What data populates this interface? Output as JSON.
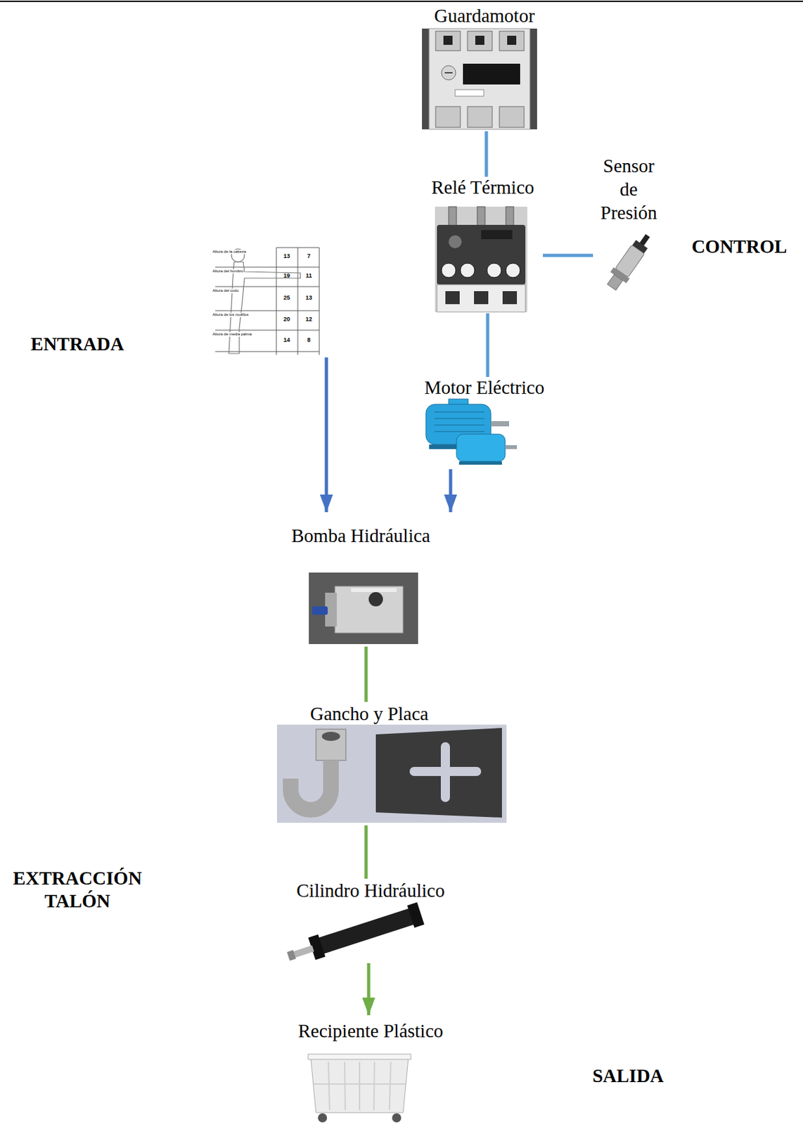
{
  "diagram": {
    "nodes": [
      {
        "text": [
          "Guardamotor"
        ]
      },
      {
        "text": [
          "Relé Térmico"
        ]
      },
      {
        "text": [
          "Sensor de Presión"
        ]
      },
      {
        "text": [
          "Altura de la cabeza",
          "13",
          "7",
          "Altura del hombro",
          "19",
          "11",
          "Altura del codo",
          "25",
          "13",
          "Altura de los nudillos",
          "20",
          "12",
          "Altura de media palma",
          "14",
          "8"
        ]
      },
      {
        "text": [
          "Motor Eléctrico"
        ]
      },
      {
        "text": [
          "Bomba Hidráulica"
        ]
      },
      {
        "text": [
          "Gancho y Placa"
        ]
      },
      {
        "text": [
          "Cilindro Hidráulico"
        ]
      },
      {
        "text": [
          "Recipiente Plástico"
        ]
      }
    ],
    "edges": [
      {
        "from": 0,
        "to": 1,
        "arrow": "none"
      },
      {
        "from": 1,
        "to": 2,
        "arrow": "none"
      },
      {
        "from": 1,
        "to": 4,
        "arrow": "none"
      },
      {
        "from": 3,
        "to": 5,
        "arrow": "to"
      },
      {
        "from": 4,
        "to": 5,
        "arrow": "to"
      },
      {
        "from": 5,
        "to": 6,
        "arrow": "none"
      },
      {
        "from": 6,
        "to": 7,
        "arrow": "none"
      },
      {
        "from": 7,
        "to": 8,
        "arrow": "to"
      }
    ],
    "labels": [
      "CONTROL",
      "ENTRADA",
      "EXTRACCIÓN TALÓN",
      "SALIDA"
    ]
  }
}
